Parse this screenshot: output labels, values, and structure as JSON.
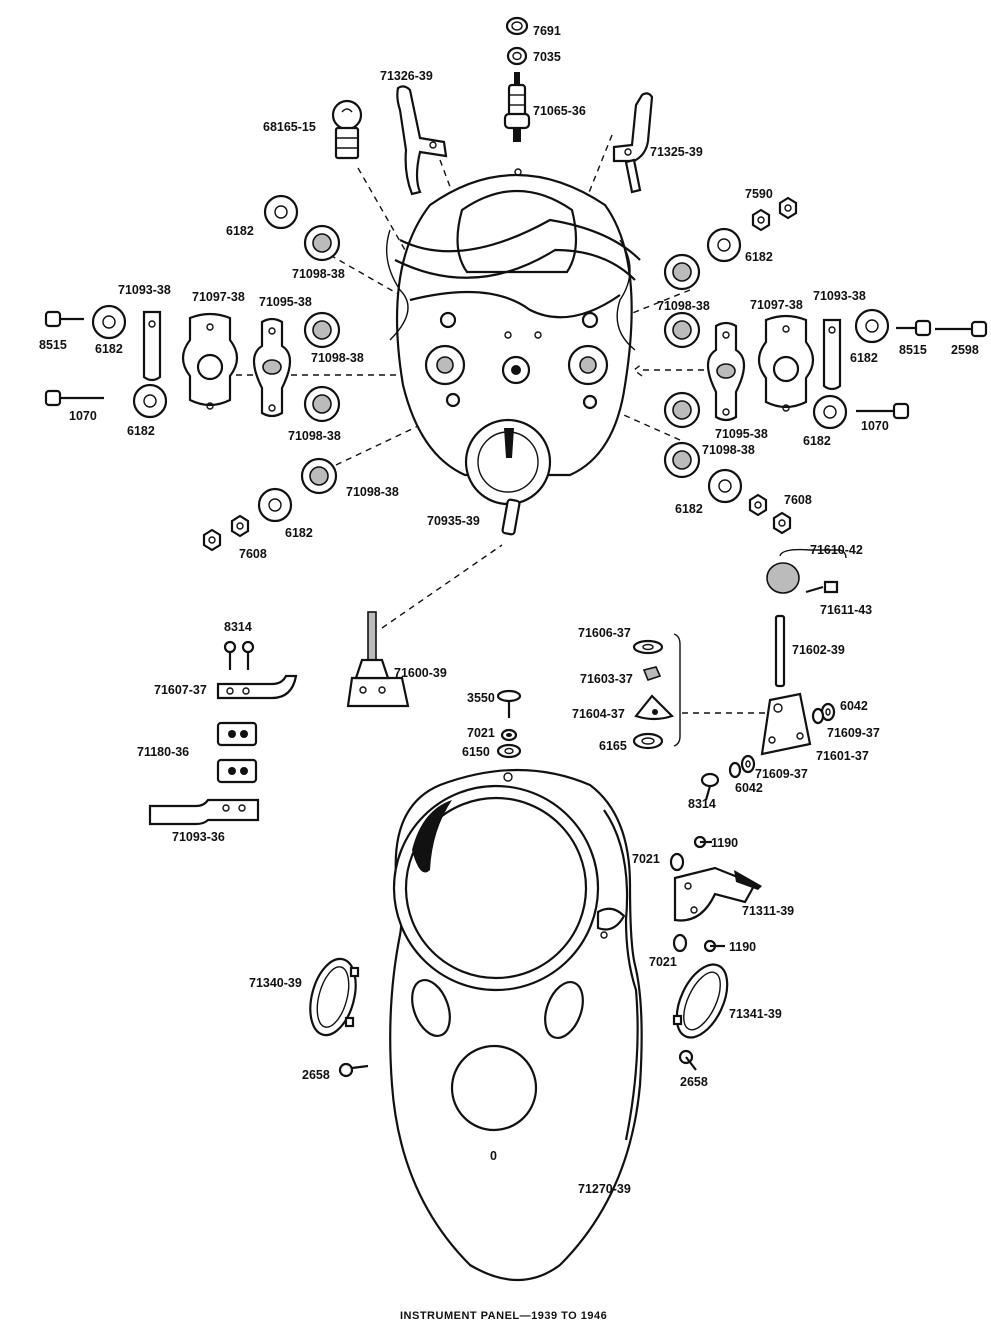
{
  "caption": "INSTRUMENT PANEL—1939 TO 1946",
  "parts": {
    "p7691": "7691",
    "p7035": "7035",
    "p71065_36": "71065-36",
    "p71326_39": "71326-39",
    "p68165_15": "68165-15",
    "p71325_39": "71325-39",
    "p7590": "7590",
    "p6182_a": "6182",
    "p6182_b": "6182",
    "p71098_38_a": "71098-38",
    "p71098_38_b": "71098-38",
    "p71093_38_l": "71093-38",
    "p71097_38_l": "71097-38",
    "p71095_38_l": "71095-38",
    "p8515_l": "8515",
    "p6182_c": "6182",
    "p71098_38_c": "71098-38",
    "p1070_l": "1070",
    "p6182_d": "6182",
    "p71098_38_d": "71098-38",
    "p71097_38_r": "71097-38",
    "p71093_38_r": "71093-38",
    "p8515_r": "8515",
    "p2598": "2598",
    "p6182_e": "6182",
    "p71095_38_r": "71095-38",
    "p71098_38_e": "71098-38",
    "p6182_f": "6182",
    "p1070_r": "1070",
    "p71098_38_f": "71098-38",
    "p6182_g": "6182",
    "p6182_h": "6182",
    "p7608_r": "7608",
    "p70935_39": "70935-39",
    "p7608_l": "7608",
    "p71610_42": "71610-42",
    "p71611_43": "71611-43",
    "p71602_39": "71602-39",
    "p71606_37": "71606-37",
    "p71603_37": "71603-37",
    "p71604_37": "71604-37",
    "p6165": "6165",
    "p6042_a": "6042",
    "p71609_37_a": "71609-37",
    "p71601_37": "71601-37",
    "p71609_37_b": "71609-37",
    "p6042_b": "6042",
    "p8314_b": "8314",
    "p8314_a": "8314",
    "p71607_37": "71607-37",
    "p71600_39": "71600-39",
    "p71180_36": "71180-36",
    "p71093_36": "71093-36",
    "p3550": "3550",
    "p7021_a": "7021",
    "p6150": "6150",
    "p1190_a": "1190",
    "p7021_b": "7021",
    "p71311_39": "71311-39",
    "p7021_c": "7021",
    "p1190_b": "1190",
    "p71340_39": "71340-39",
    "p71341_39": "71341-39",
    "p2658_l": "2658",
    "p2658_r": "2658",
    "p71270_39": "71270-39",
    "p0": "0"
  }
}
